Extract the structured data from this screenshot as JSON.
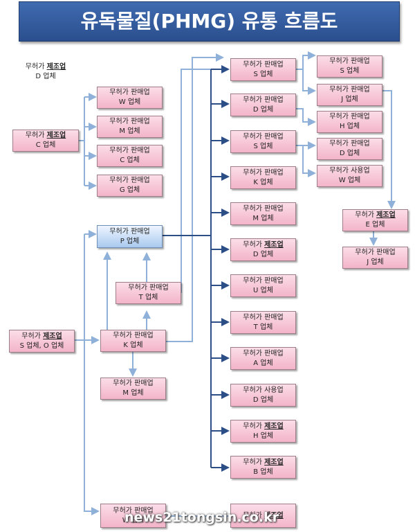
{
  "title": "유독물질(PHMG) 유통 흐름도",
  "watermark": "news21tongsin.co.kr",
  "nodes": [
    {
      "id": "mfr-d",
      "role": "무허가",
      "type": "제조업",
      "company": "D 업체",
      "type_emphasis": true
    },
    {
      "id": "mfr-c",
      "role": "무허가",
      "type": "제조업",
      "company": "C 업체",
      "type_emphasis": true
    },
    {
      "id": "sell-w-top",
      "role": "무허가",
      "type": "판매업",
      "company": "W 업체"
    },
    {
      "id": "sell-m-top",
      "role": "무허가",
      "type": "판매업",
      "company": "M 업체"
    },
    {
      "id": "sell-c",
      "role": "무허가",
      "type": "판매업",
      "company": "C 업체"
    },
    {
      "id": "sell-g",
      "role": "무허가",
      "type": "판매업",
      "company": "G 업체"
    },
    {
      "id": "sell-p",
      "role": "무허가",
      "type": "판매업",
      "company": "P 업체"
    },
    {
      "id": "sell-t",
      "role": "무허가",
      "type": "판매업",
      "company": "T 업체"
    },
    {
      "id": "mfr-so",
      "role": "무허가",
      "type": "제조업",
      "company": "S 업체, O 업체",
      "type_emphasis": true
    },
    {
      "id": "sell-k-left",
      "role": "무허가",
      "type": "판매업",
      "company": "K 업체"
    },
    {
      "id": "sell-m-left",
      "role": "무허가",
      "type": "판매업",
      "company": "M 업체"
    },
    {
      "id": "sell-w-bottom",
      "role": "무허가",
      "type": "판매업",
      "company": "W 업체"
    },
    {
      "id": "sell-s-mid",
      "role": "무허가",
      "type": "판매업",
      "company": "S 업체"
    },
    {
      "id": "sell-d-mid",
      "role": "무허가",
      "type": "판매업",
      "company": "D 업체"
    },
    {
      "id": "sell-s-mid2",
      "role": "무허가",
      "type": "판매업",
      "company": "S 업체"
    },
    {
      "id": "sell-k-mid",
      "role": "무허가",
      "type": "판매업",
      "company": "K 업체"
    },
    {
      "id": "sell-m-mid",
      "role": "무허가",
      "type": "판매업",
      "company": "M 업체"
    },
    {
      "id": "mfr-d-mid",
      "role": "무허가",
      "type": "제조업",
      "company": "D 업체",
      "type_emphasis": true
    },
    {
      "id": "sell-u",
      "role": "무허가",
      "type": "판매업",
      "company": "U 업체"
    },
    {
      "id": "sell-t-mid",
      "role": "무허가",
      "type": "판매업",
      "company": "T 업체"
    },
    {
      "id": "sell-a",
      "role": "무허가",
      "type": "판매업",
      "company": "A 업체"
    },
    {
      "id": "user-d",
      "role": "무허가",
      "type": "사용업",
      "company": "D 업체"
    },
    {
      "id": "mfr-h",
      "role": "무허가",
      "type": "제조업",
      "company": "H 업체",
      "type_emphasis": true
    },
    {
      "id": "mfr-b",
      "role": "무허가",
      "type": "제조업",
      "company": "B 업체",
      "type_emphasis": true
    },
    {
      "id": "mfr-bottom",
      "role": "무허가",
      "type": "제조업",
      "company": "",
      "type_emphasis": true
    },
    {
      "id": "sell-s-right",
      "role": "무허가",
      "type": "판매업",
      "company": "S 업체"
    },
    {
      "id": "sell-j-right",
      "role": "무허가",
      "type": "판매업",
      "company": "J 업체"
    },
    {
      "id": "sell-h-right",
      "role": "무허가",
      "type": "판매업",
      "company": "H 업체"
    },
    {
      "id": "sell-d-right",
      "role": "무허가",
      "type": "판매업",
      "company": "D 업체"
    },
    {
      "id": "user-w",
      "role": "무허가",
      "type": "사용업",
      "company": "W 업체"
    },
    {
      "id": "mfr-e",
      "role": "무허가",
      "type": "제조업",
      "company": "E 업체",
      "type_emphasis": true
    },
    {
      "id": "sell-j-far",
      "role": "무허가",
      "type": "판매업",
      "company": "J 업체"
    }
  ]
}
